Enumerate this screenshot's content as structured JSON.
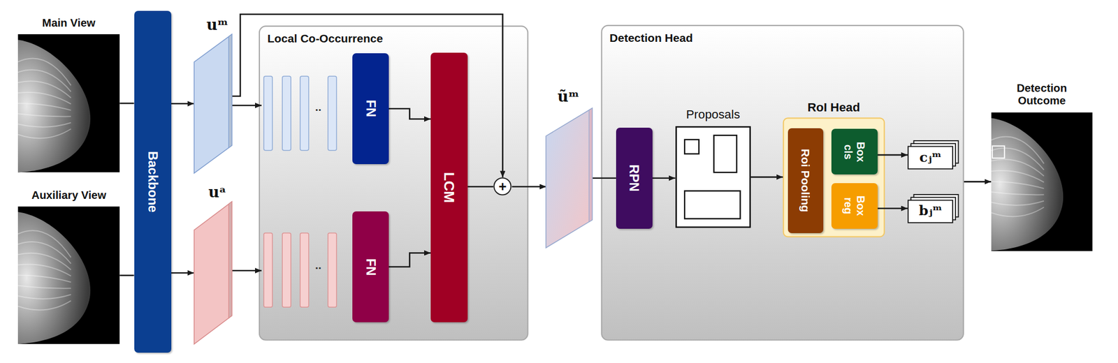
{
  "diagram": {
    "nodes": [
      {
        "text": [
          "Main View"
        ]
      },
      {
        "text": [
          "Auxiliary View"
        ]
      },
      {
        "text": [
          "Backbone"
        ]
      },
      {
        "text": [
          "uᵐ"
        ]
      },
      {
        "text": [
          "uᵃ"
        ]
      },
      {
        "text": [
          "Local Co-Occurrence"
        ]
      },
      {
        "text": [
          "FN"
        ],
        "in": 5
      },
      {
        "text": [
          "FN"
        ],
        "in": 5
      },
      {
        "text": [
          "LCM"
        ],
        "in": 5
      },
      {
        "text": [
          "+"
        ],
        "in": 5
      },
      {
        "text": [
          "ũᵐ"
        ]
      },
      {
        "text": [
          "Detection Head"
        ]
      },
      {
        "text": [
          "RPN"
        ],
        "in": 11
      },
      {
        "text": [
          "Proposals"
        ],
        "in": 11
      },
      {
        "text": [
          "RoI Head"
        ],
        "in": 11
      },
      {
        "text": [
          "Roi Pooling"
        ],
        "in": 14
      },
      {
        "text": [
          "Box cls"
        ],
        "in": 14
      },
      {
        "text": [
          "Box reg"
        ],
        "in": 14
      },
      {
        "text": [
          "cⱼᵐ"
        ],
        "in": 11
      },
      {
        "text": [
          "bⱼᵐ"
        ],
        "in": 11
      },
      {
        "text": [
          "Detection Outcome"
        ]
      }
    ],
    "edges": [
      {
        "from": 0,
        "to": 2,
        "arrow": "none"
      },
      {
        "from": 1,
        "to": 2,
        "arrow": "none"
      },
      {
        "from": 2,
        "to": 3,
        "arrow": "to"
      },
      {
        "from": 2,
        "to": 4,
        "arrow": "to"
      },
      {
        "from": 6,
        "to": 8,
        "arrow": "to"
      },
      {
        "from": 7,
        "to": 8,
        "arrow": "to"
      },
      {
        "from": 8,
        "to": 9,
        "arrow": "none"
      },
      {
        "from": 3,
        "to": 9,
        "arrow": "to"
      },
      {
        "from": 9,
        "to": 10,
        "arrow": "to"
      },
      {
        "from": 10,
        "to": 12,
        "arrow": "none"
      },
      {
        "from": 12,
        "to": 13,
        "arrow": "to"
      },
      {
        "from": 13,
        "to": 14,
        "arrow": "to"
      },
      {
        "from": 16,
        "to": 18,
        "arrow": "to"
      },
      {
        "from": 17,
        "to": 19,
        "arrow": "to"
      },
      {
        "from": 11,
        "to": 20,
        "arrow": "to"
      }
    ],
    "labels": [
      "..",
      ".."
    ]
  }
}
